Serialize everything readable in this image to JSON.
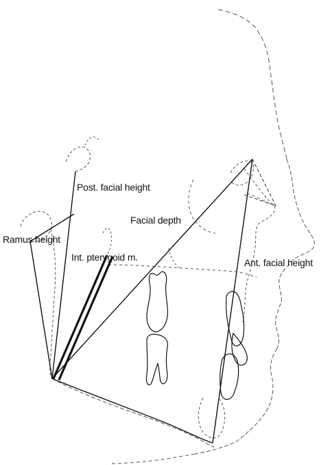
{
  "labels": {
    "post_facial_height": "Post. facial height",
    "facial_depth": "Facial depth",
    "ramus_height": "Ramus height",
    "int_pterygoid": "Int. pterygoid m.",
    "ant_facial_height": "Ant. facial height"
  },
  "colors": {
    "line": "#111111",
    "dashed": "#555555",
    "background": "#ffffff"
  }
}
